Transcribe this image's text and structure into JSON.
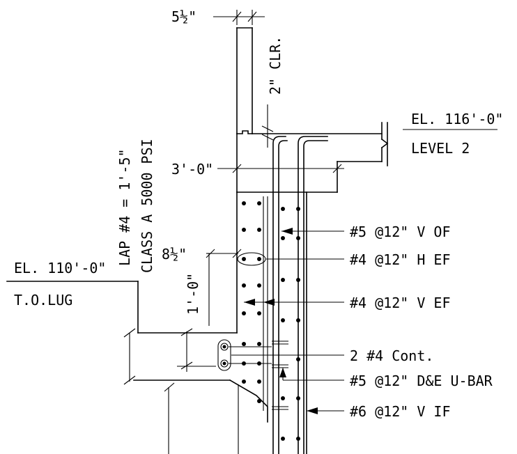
{
  "dimensions": {
    "wall_thickness": "5½\"",
    "clear_cover": "2\" CLR.",
    "slab_step": "3'-0\"",
    "lug_offset": "8½\"",
    "lug_depth": "1'-0\""
  },
  "elevations": {
    "upper_el": "EL. 116'-0\"",
    "upper_name": "LEVEL 2",
    "lower_el": "EL. 110'-0\"",
    "lower_name": "T.O.LUG"
  },
  "notes": {
    "lap": "LAP #4 = 1'-5\"",
    "concrete": "CLASS A 5000 PSI"
  },
  "callouts": [
    "#5 @12\" V OF",
    "#4 @12\" H EF",
    "#4 @12\" V EF",
    "2 #4 Cont.",
    "#5 @12\" D&E U-BAR",
    "#6 @12\" V IF"
  ]
}
